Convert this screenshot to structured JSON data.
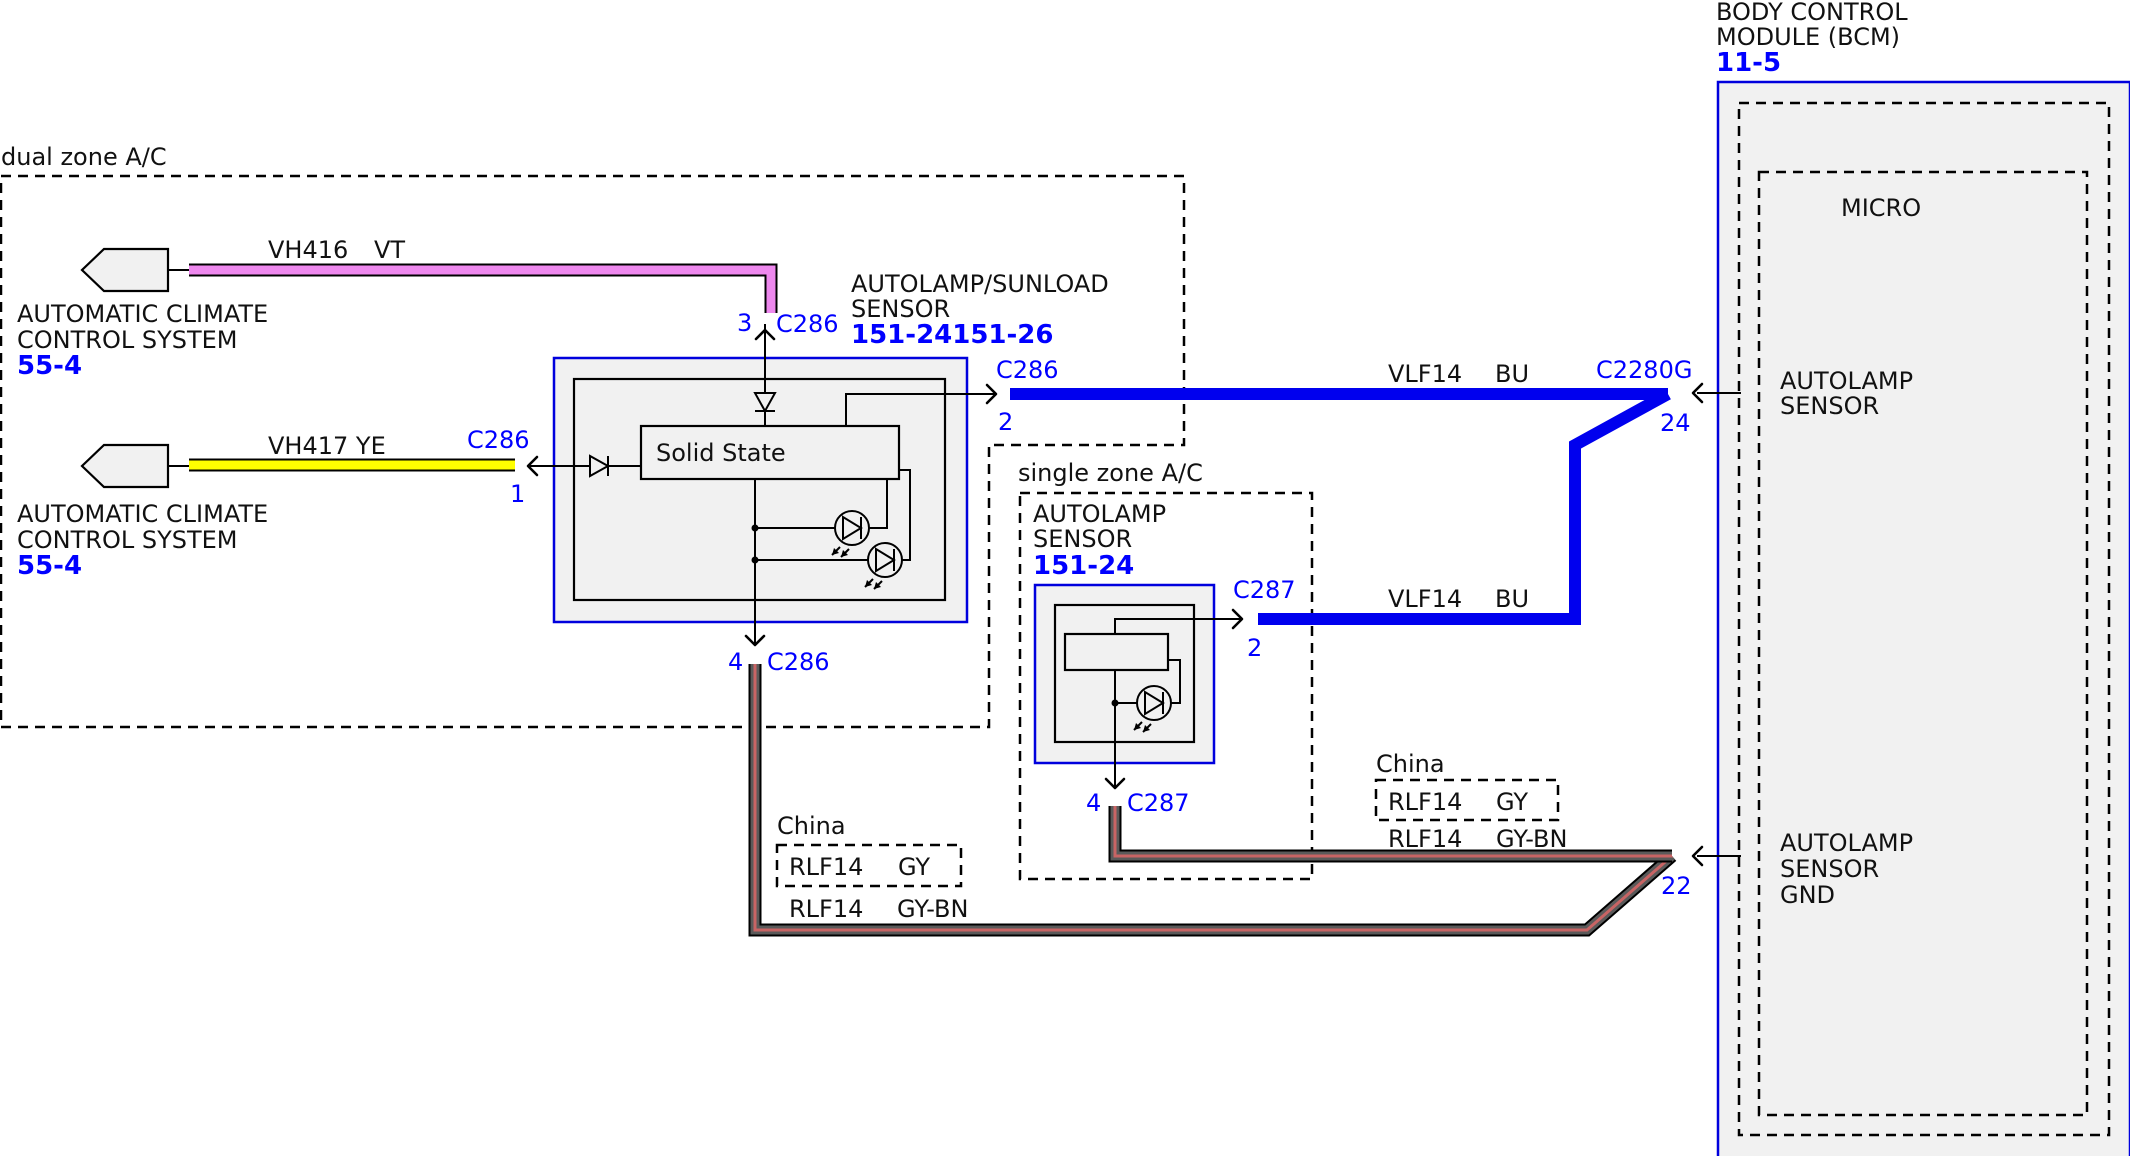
{
  "colors": {
    "violet_wire": "#ee88ee",
    "yellow_wire": "#ffff00",
    "blue_wire": "#0000ee",
    "gray_brown_wire": "#5a5a5a",
    "gray_brown_stripe": "#c86464",
    "component_fill": "#f1f1f1",
    "component_border": "#0000dd",
    "ref_text": "#0000ff"
  },
  "regions": {
    "dual_zone": "dual zone A/C",
    "single_zone": "single zone A/C"
  },
  "acc_upper": {
    "name_line1": "AUTOMATIC CLIMATE",
    "name_line2": "CONTROL SYSTEM",
    "ref": "55-4"
  },
  "acc_lower": {
    "name_line1": "AUTOMATIC CLIMATE",
    "name_line2": "CONTROL SYSTEM",
    "ref": "55-4"
  },
  "sunload_sensor": {
    "name_line1": "AUTOLAMP/SUNLOAD",
    "name_line2": "SENSOR",
    "ref": "151-24151-26",
    "block_label": "Solid State"
  },
  "single_sensor": {
    "name_line1": "AUTOLAMP",
    "name_line2": "SENSOR",
    "ref": "151-24"
  },
  "bcm": {
    "name_line1": "BODY CONTROL",
    "name_line2": "MODULE (BCM)",
    "ref": "11-5",
    "micro": "MICRO",
    "pin24_label_line1": "AUTOLAMP",
    "pin24_label_line2": "SENSOR",
    "pin22_label_line1": "AUTOLAMP",
    "pin22_label_line2": "SENSOR",
    "pin22_label_line3": "GND"
  },
  "wires": {
    "vh416": {
      "circuit": "VH416",
      "color": "VT"
    },
    "vh417": {
      "label": "VH417 YE"
    },
    "vlf14_top": {
      "circuit": "VLF14",
      "color": "BU"
    },
    "vlf14_bottom": {
      "circuit": "VLF14",
      "color": "BU"
    },
    "rlf14_left_china": {
      "circuit": "RLF14",
      "color": "GY"
    },
    "rlf14_left": {
      "circuit": "RLF14",
      "color": "GY-BN"
    },
    "rlf14_right_china": {
      "circuit": "RLF14",
      "color": "GY"
    },
    "rlf14_right": {
      "circuit": "RLF14",
      "color": "GY-BN"
    },
    "china_left": "China",
    "china_right": "China"
  },
  "connectors": {
    "c286_pin3": {
      "conn": "C286",
      "pin": "3"
    },
    "c286_pin1": {
      "conn": "C286",
      "pin": "1"
    },
    "c286_pin2": {
      "conn": "C286",
      "pin": "2"
    },
    "c286_pin4": {
      "conn": "C286",
      "pin": "4"
    },
    "c287_pin2": {
      "conn": "C287",
      "pin": "2"
    },
    "c287_pin4": {
      "conn": "C287",
      "pin": "4"
    },
    "c2280g_pin24": {
      "conn": "C2280G",
      "pin": "24"
    },
    "bcm_pin22": {
      "pin": "22"
    }
  }
}
